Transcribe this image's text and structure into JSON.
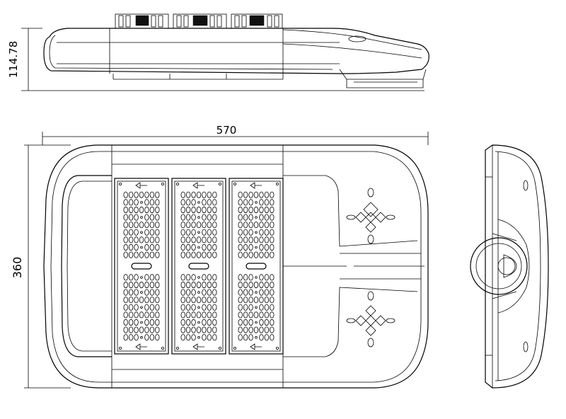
{
  "dimensions": {
    "height_side": "114.78",
    "width_top": "570",
    "height_top": "360"
  },
  "views": {
    "modules": 3
  }
}
